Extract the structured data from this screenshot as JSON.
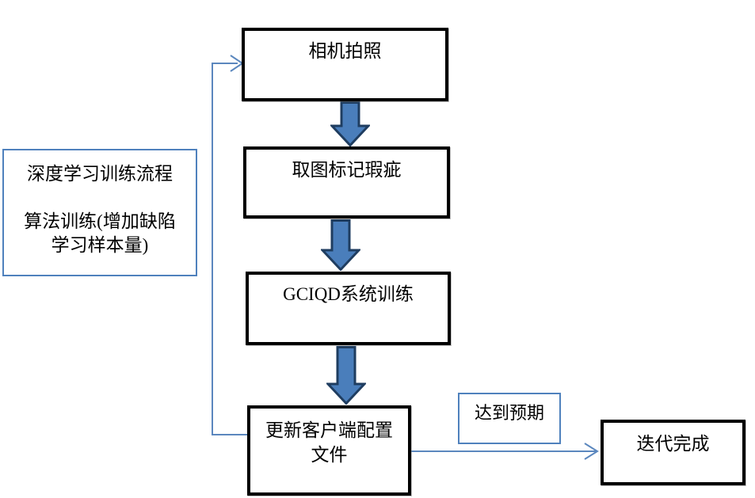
{
  "flowchart": {
    "steps": {
      "camera": "相机拍照",
      "mark_defects": "取图标记瑕疵",
      "system_training": "GCIQD系统训练",
      "update_config_line1": "更新客户端配置",
      "update_config_line2": "文件",
      "iteration_done": "迭代完成"
    },
    "side_note": {
      "line1": "深度学习训练流程",
      "line2": "算法训练(增加缺陷",
      "line3": "学习样本量)"
    },
    "condition_label": "达到预期"
  },
  "colors": {
    "background": "#ffffff",
    "process_box_border": "#000000",
    "note_box_border": "#4f81bd",
    "connector_line": "#5b87be",
    "block_arrow_fill": "#4a7ebb",
    "block_arrow_stroke": "#1f3d60",
    "text": "#000000"
  }
}
